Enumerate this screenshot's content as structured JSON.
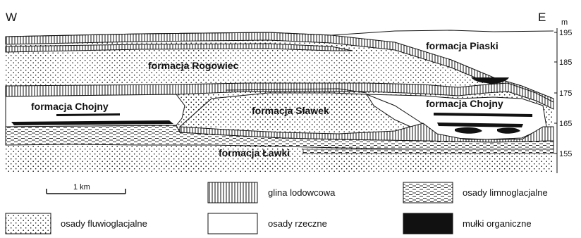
{
  "compass": {
    "west": "W",
    "east": "E"
  },
  "elevation_scale": {
    "unit": "m",
    "ticks": [
      "195",
      "185",
      "175",
      "165",
      "155"
    ]
  },
  "formations": {
    "piaski": "formacja Piaski",
    "rogowiec": "formacja Rogowiec",
    "chojny_west": "formacja Chojny",
    "slawek": "formacja Sławek",
    "chojny_east": "formacja Chojny",
    "lawki": "formacja Ławki"
  },
  "scale_bar": {
    "label": "1 km"
  },
  "legend": {
    "till": "glina lodowcowa",
    "limnoglacial": "osady limnoglacjalne",
    "fluvioglacial": "osady fluwioglacjalne",
    "fluvial": "osady rzeczne",
    "organic": "mułki organiczne"
  },
  "colors": {
    "ink": "#111111",
    "paper": "#ffffff"
  }
}
